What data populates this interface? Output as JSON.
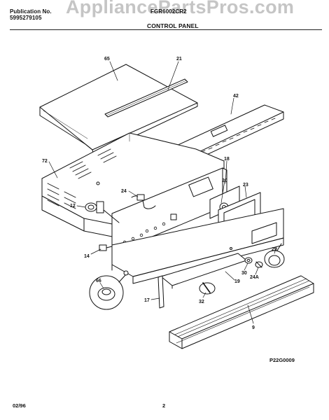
{
  "header": {
    "publication_label": "Publication No.",
    "publication_number": "5995279105",
    "model": "FGR6002CR2",
    "section_title": "CONTROL PANEL"
  },
  "watermark": "AppliancePartsPros.com",
  "callouts": [
    "65",
    "21",
    "42",
    "72",
    "18",
    "20",
    "23",
    "24",
    "12",
    "14",
    "66",
    "17",
    "32",
    "19",
    "30",
    "24A",
    "29",
    "9"
  ],
  "figure_code": "P22G0009",
  "footer": {
    "date_code": "02/96",
    "page_number": "2"
  }
}
